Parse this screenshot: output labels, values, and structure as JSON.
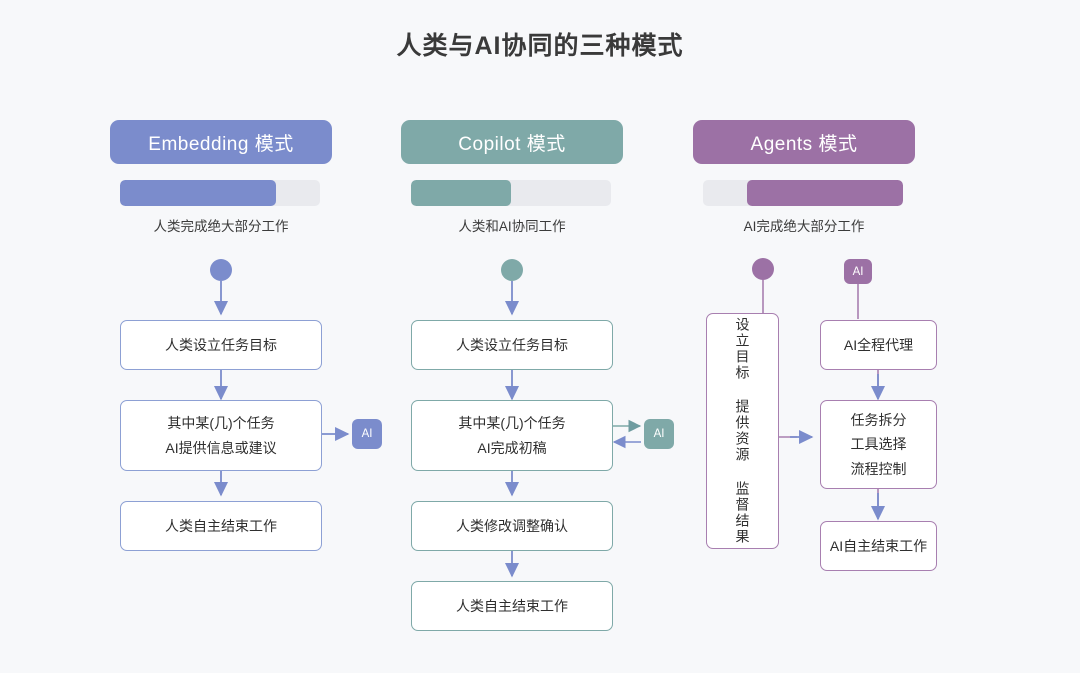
{
  "page": {
    "title": "人类与AI协同的三种模式",
    "background": "#f7f8fa"
  },
  "palette": {
    "embedding": "#7b8ccc",
    "copilot": "#7fa9a8",
    "agents": "#9c71a5",
    "track": "#e9eaee",
    "arrow": "#7b8ccc",
    "arrow_purple": "#a87fb0",
    "text": "#3b3b3b"
  },
  "columns": [
    {
      "id": "embedding",
      "header": "Embedding 模式",
      "accent": "#7b8ccc",
      "bar": {
        "fill_percent": 78,
        "align": "left",
        "caption": "人类完成绝大部分工作"
      },
      "nodes": [
        {
          "name": "goal",
          "lines": [
            "人类设立任务目标"
          ]
        },
        {
          "name": "ai-assist",
          "lines": [
            "其中某(几)个任务",
            "AI提供信息或建议"
          ]
        },
        {
          "name": "finish",
          "lines": [
            "人类自主结束工作"
          ]
        }
      ],
      "ai_badge": {
        "label": "AI",
        "color": "#7b8ccc",
        "direction": "one-way"
      }
    },
    {
      "id": "copilot",
      "header": "Copilot 模式",
      "accent": "#7fa9a8",
      "bar": {
        "fill_percent": 50,
        "align": "left",
        "caption": "人类和AI协同工作"
      },
      "nodes": [
        {
          "name": "goal",
          "lines": [
            "人类设立任务目标"
          ]
        },
        {
          "name": "ai-draft",
          "lines": [
            "其中某(几)个任务",
            "AI完成初稿"
          ]
        },
        {
          "name": "human-revise",
          "lines": [
            "人类修改调整确认"
          ]
        },
        {
          "name": "finish",
          "lines": [
            "人类自主结束工作"
          ]
        }
      ],
      "ai_badge": {
        "label": "AI",
        "color": "#7fa9a8",
        "direction": "two-way"
      }
    },
    {
      "id": "agents",
      "header": "Agents 模式",
      "accent": "#9c71a5",
      "bar": {
        "fill_percent": 78,
        "align": "right",
        "caption": "AI完成绝大部分工作"
      },
      "side_node": {
        "name": "human-oversight",
        "text": "设立目标 提供资源 监督结果"
      },
      "nodes": [
        {
          "name": "ai-full-agent",
          "lines": [
            "AI全程代理"
          ]
        },
        {
          "name": "ai-planning",
          "lines": [
            "任务拆分",
            "工具选择",
            "流程控制"
          ]
        },
        {
          "name": "ai-finish",
          "lines": [
            "AI自主结束工作"
          ]
        }
      ],
      "ai_badge": {
        "label": "AI",
        "color": "#9c71a5",
        "direction": "down"
      }
    }
  ]
}
